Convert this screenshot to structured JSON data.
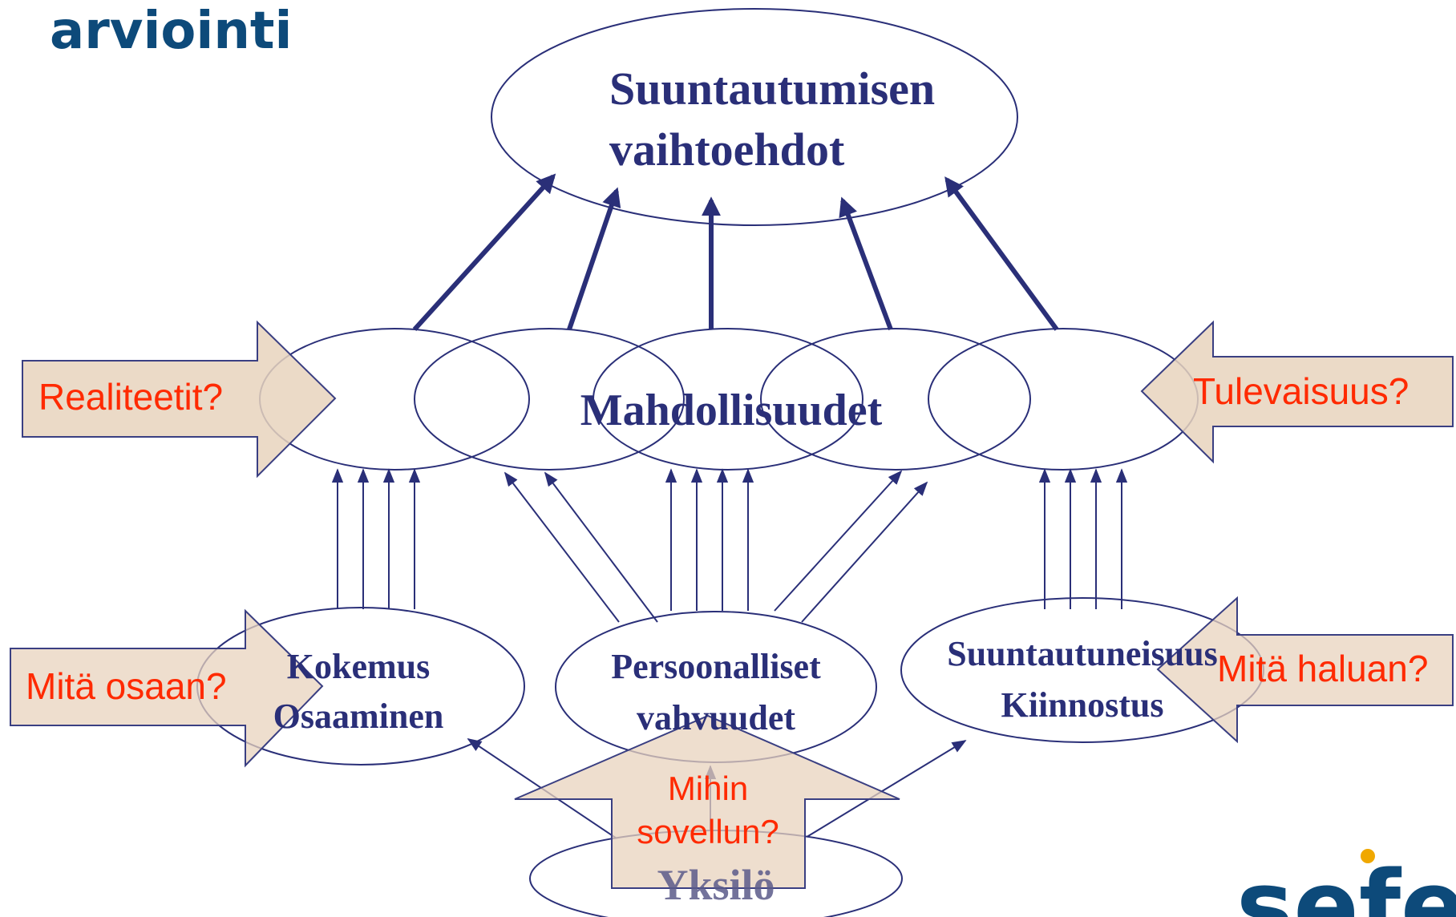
{
  "page": {
    "heading": "arviointi",
    "logo_text": "sefe"
  },
  "diagram": {
    "top_node": {
      "line1": "Suuntautumisen",
      "line2": "vaihtoehdot"
    },
    "middle_node": "Mahdollisuudet",
    "bottom_nodes": {
      "left": {
        "line1": "Kokemus",
        "line2": "Osaaminen"
      },
      "center": {
        "line1": "Persoonalliset",
        "line2": "vahvuudet"
      },
      "right": {
        "line1": "Suuntautuneisuus",
        "line2": "Kiinnostus"
      }
    },
    "root_node": "Yksilö",
    "question_arrows": {
      "realities": "Realiteetit?",
      "future": "Tulevaisuus?",
      "skills": "Mitä osaan?",
      "wants": "Mitä haluan?",
      "apply_line1": "Mihin",
      "apply_line2": "sovellun?"
    }
  },
  "colors": {
    "heading": "#0d4a7a",
    "node_text": "#2a2f78",
    "node_stroke": "#2a2f78",
    "arrow": "#2a2f78",
    "question_fill": "#e8d3bd",
    "question_stroke": "#3a3f82",
    "question_text": "#ff2a00",
    "logo": "#0d4a7a",
    "logo_dot": "#f0a800"
  }
}
